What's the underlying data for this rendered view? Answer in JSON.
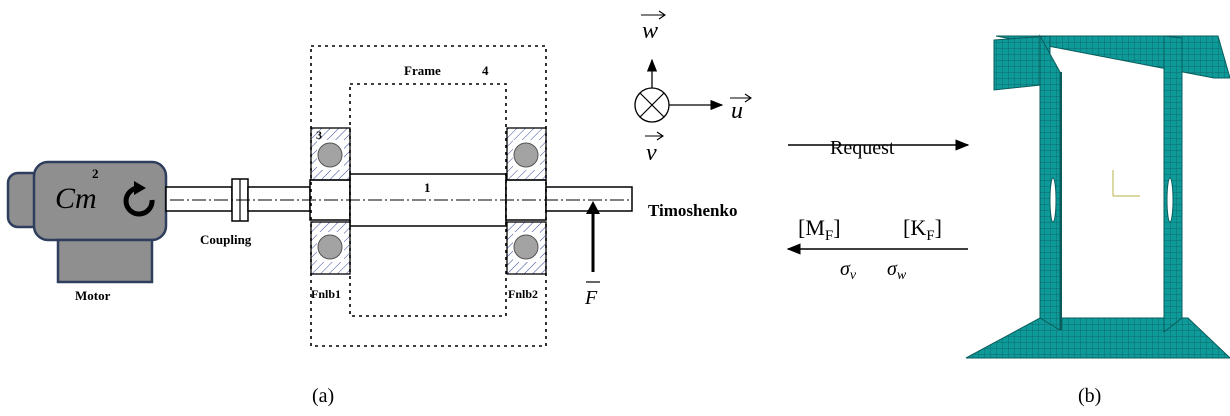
{
  "motor": {
    "symbol": "Cm",
    "number": "2",
    "label": "Motor"
  },
  "coupling": {
    "label": "Coupling"
  },
  "shaft": {
    "number": "1",
    "model_label": "Timoshenko"
  },
  "frame": {
    "label": "Frame",
    "number": "4"
  },
  "bearings": {
    "left_number": "3",
    "left_label": "Fnlb1",
    "right_label": "Fnlb2"
  },
  "force": {
    "symbol": "F"
  },
  "axes": {
    "w": "w",
    "u": "u",
    "v": "v"
  },
  "exchange": {
    "request": "Request",
    "mass": "[M",
    "mass_sub": "F",
    "stiffness": "[K",
    "stiffness_sub": "F",
    "sigma": "σ",
    "sigma_v_sub": "v",
    "sigma_w_sub": "w",
    "bracket": "]"
  },
  "captions": {
    "a": "(a)",
    "b": "(b)"
  },
  "colors": {
    "motor_fill": "#8f8f8f",
    "motor_stroke": "#2f3e5c",
    "ball_fill": "#a3a3a3",
    "mesh_fill": "#0f9a9a",
    "mesh_line": "#0a5c5c",
    "hatch": "#3a4a9a"
  }
}
